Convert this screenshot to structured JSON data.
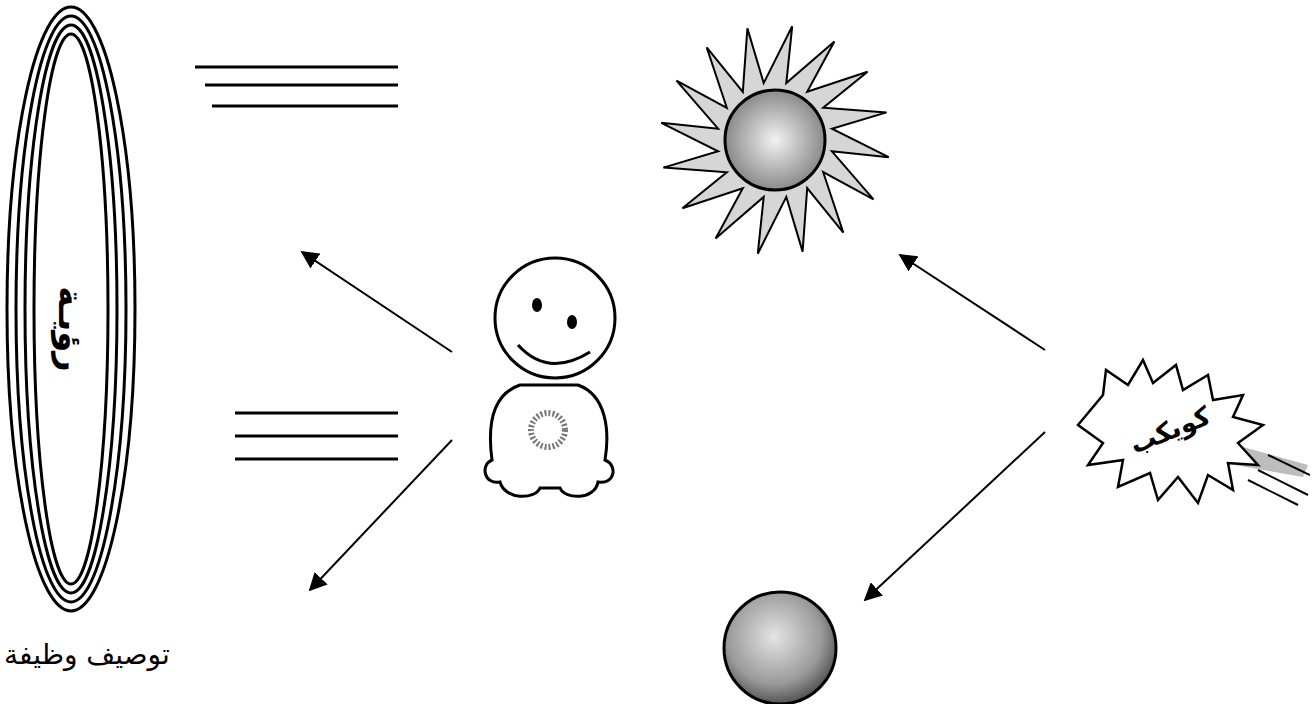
{
  "diagram": {
    "nodes": [
      {
        "text": [
          "رؤيـة"
        ]
      },
      {
        "text": [
          "كويكب"
        ]
      }
    ],
    "labels": [
      "توصيف وظيفة"
    ]
  }
}
